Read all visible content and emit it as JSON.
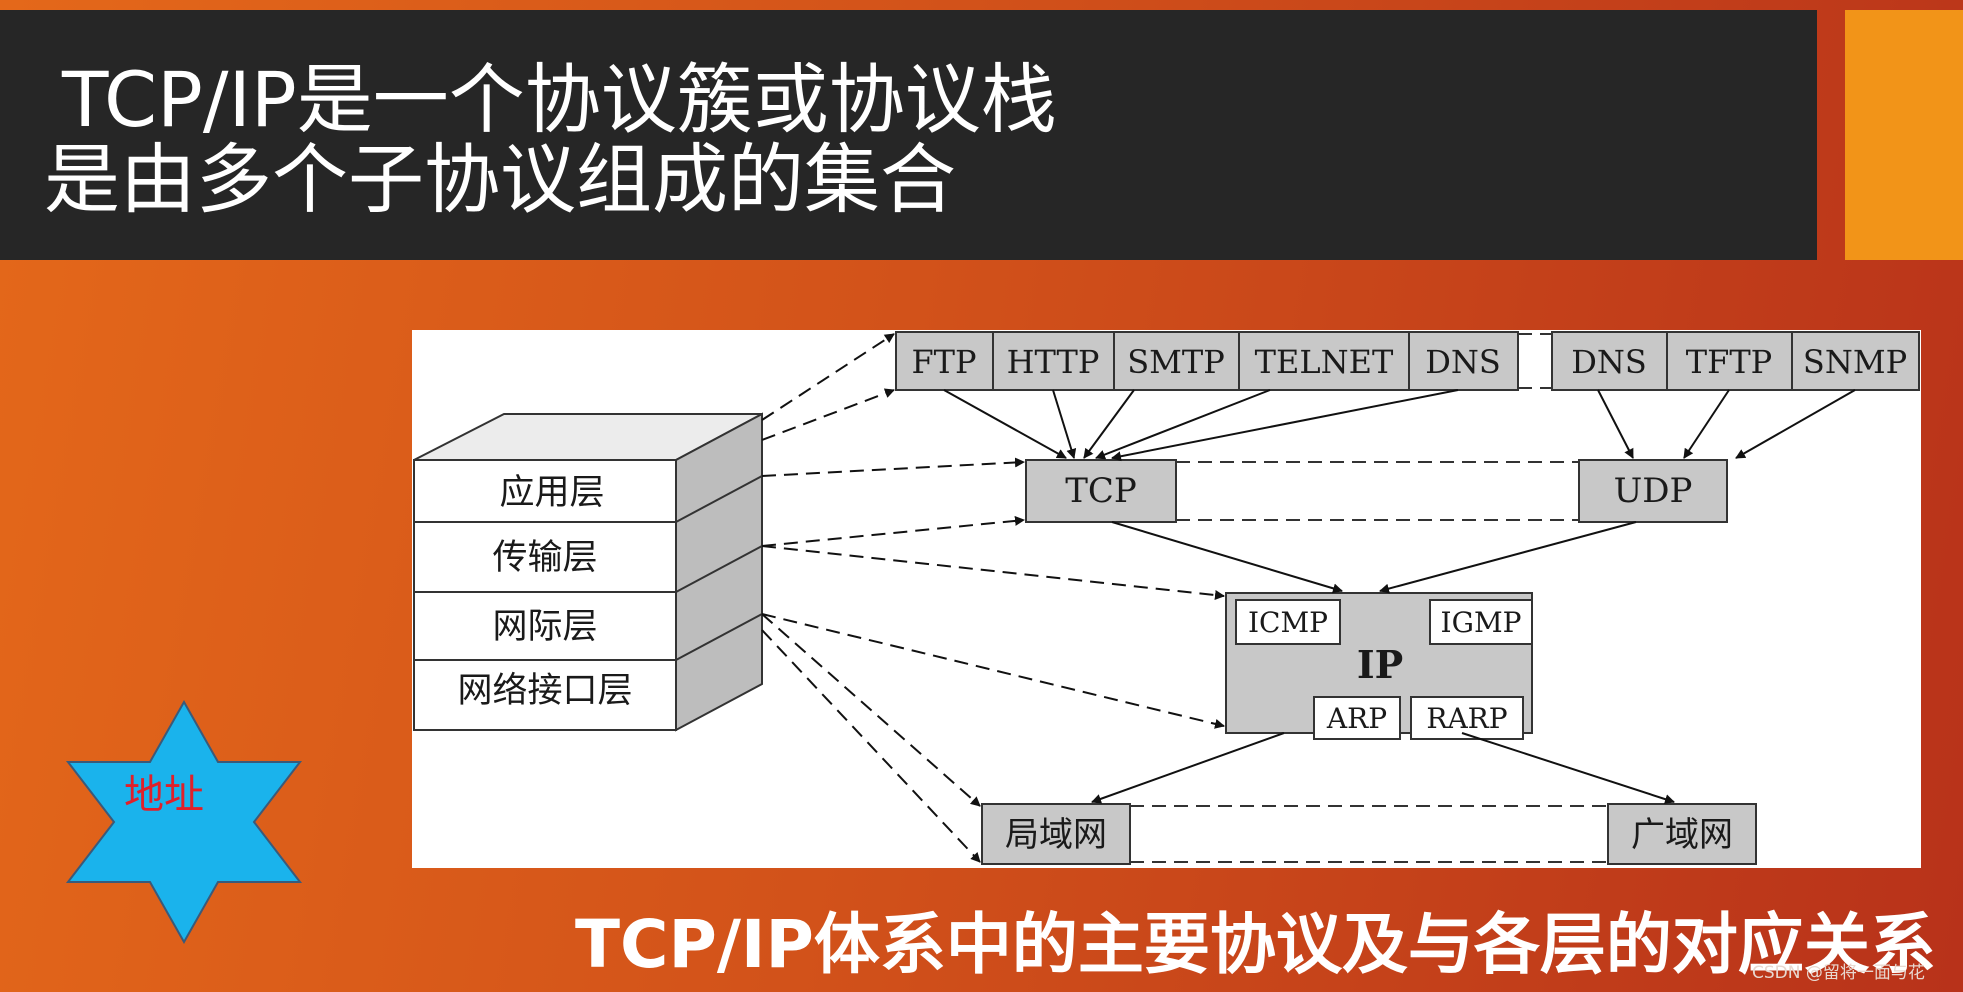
{
  "title": {
    "line1": "TCP/IP是一个协议簇或协议栈",
    "line2": "是由多个子协议组成的集合"
  },
  "colors": {
    "title_bar": "#262626",
    "accent": "#f29418",
    "box_fill": "#c8c8c8",
    "star_fill": "#1ab3ec",
    "star_text": "#e0202a"
  },
  "diagram": {
    "layers": [
      "应用层",
      "传输层",
      "网际层",
      "网络接口层"
    ],
    "tcp_apps": [
      "FTP",
      "HTTP",
      "SMTP",
      "TELNET",
      "DNS"
    ],
    "udp_apps": [
      "DNS",
      "TFTP",
      "SNMP"
    ],
    "transport": {
      "tcp": "TCP",
      "udp": "UDP"
    },
    "ip": {
      "label": "IP",
      "icmp": "ICMP",
      "igmp": "IGMP",
      "arp": "ARP",
      "rarp": "RARP"
    },
    "networks": {
      "lan": "局域网",
      "wan": "广域网"
    }
  },
  "badge": {
    "text": "地址",
    "icon": "six-pointed-star-icon"
  },
  "caption": "TCP/IP体系中的主要协议及与各层的对应关系",
  "watermark": "CSDN @留将一面与花"
}
